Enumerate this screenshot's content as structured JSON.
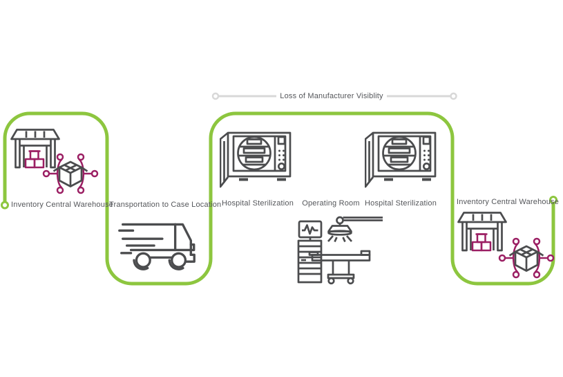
{
  "diagram": {
    "banner": {
      "label": "Loss of Manufacturer Visiblity"
    },
    "stages": [
      {
        "label": "Inventory Central Warehouse",
        "icons": [
          "warehouse-icon",
          "distribution-network-icon"
        ]
      },
      {
        "label": "Transportation to Case Location",
        "icons": [
          "delivery-truck-icon"
        ]
      },
      {
        "label": "Hospital Sterilization",
        "icons": [
          "sterilizer-machine-icon"
        ]
      },
      {
        "label": "Operating Room",
        "icons": [
          "operating-room-icon"
        ]
      },
      {
        "label": "Hospital Sterilization",
        "icons": [
          "sterilizer-machine-icon"
        ]
      },
      {
        "label": "Inventory Central Warehouse",
        "icons": [
          "warehouse-icon",
          "distribution-network-icon"
        ]
      }
    ],
    "colors": {
      "path_green": "#8DC63F",
      "icon_gray": "#4B4C4E",
      "accent_magenta": "#9B1F63",
      "banner_gray": "#D8D8D8",
      "text_gray": "#54565A",
      "background": "#FFFFFF"
    }
  }
}
